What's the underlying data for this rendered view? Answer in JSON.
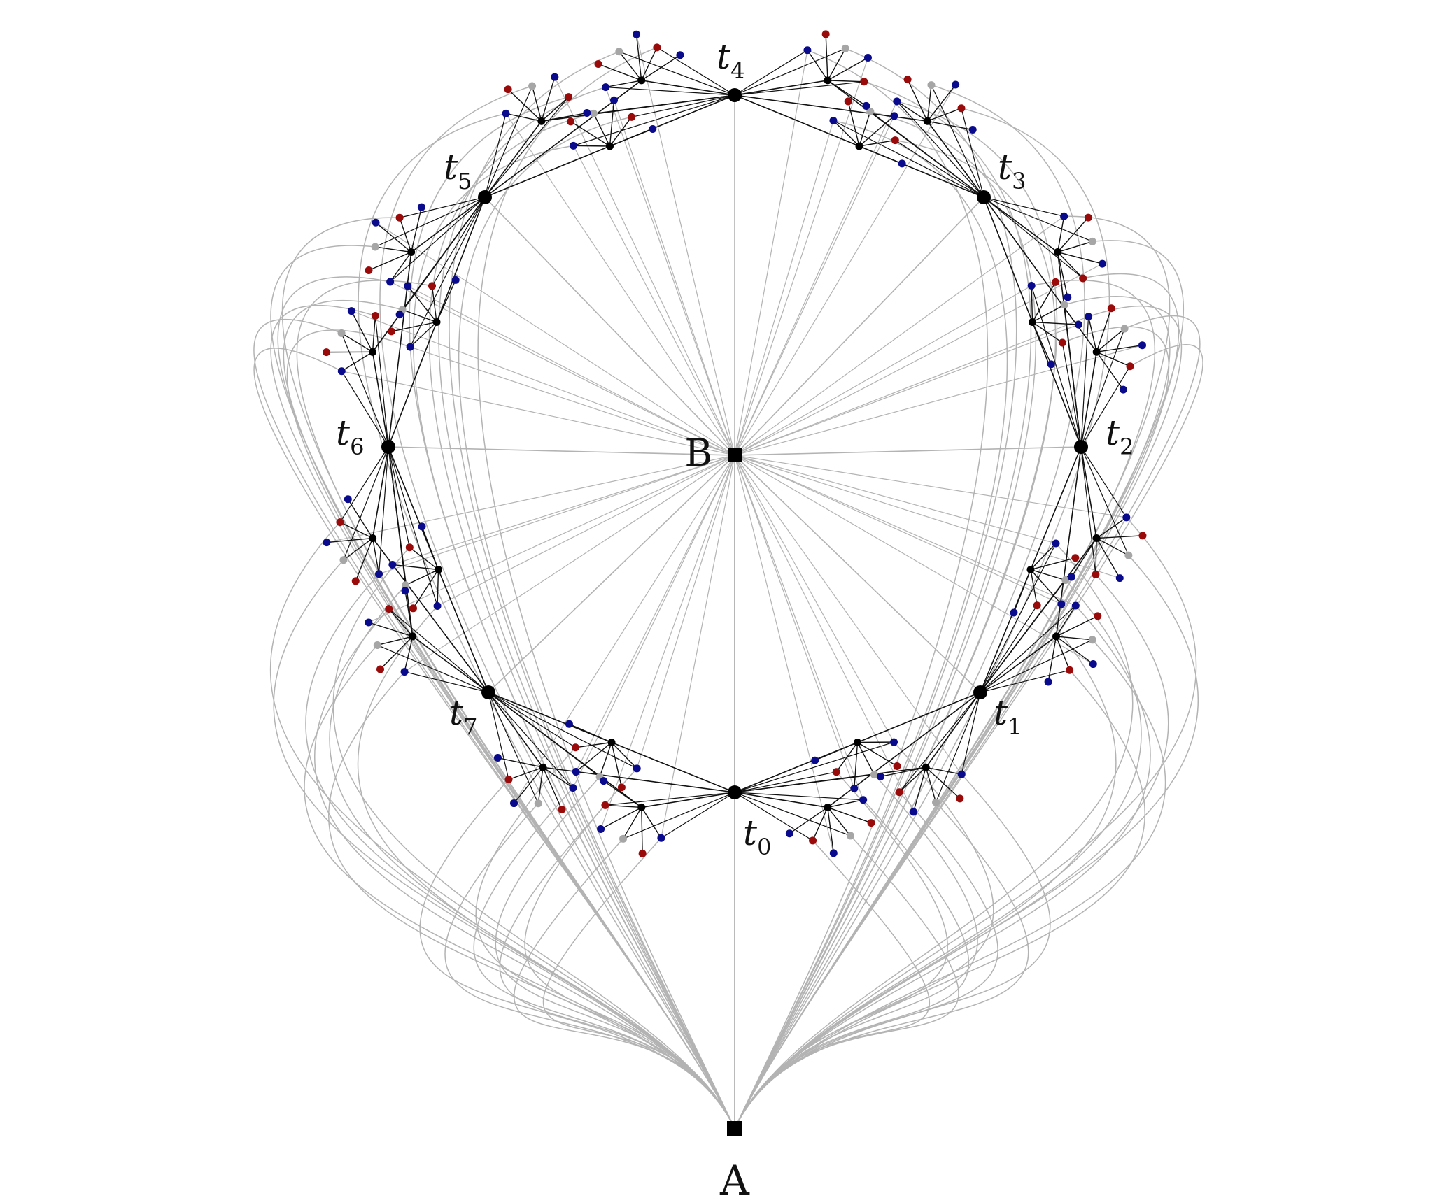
{
  "diagram": {
    "terminals": [
      {
        "id": "t0",
        "base": "t",
        "sub": "0"
      },
      {
        "id": "t1",
        "base": "t",
        "sub": "1"
      },
      {
        "id": "t2",
        "base": "t",
        "sub": "2"
      },
      {
        "id": "t3",
        "base": "t",
        "sub": "3"
      },
      {
        "id": "t4",
        "base": "t",
        "sub": "4"
      },
      {
        "id": "t5",
        "base": "t",
        "sub": "5"
      },
      {
        "id": "t6",
        "base": "t",
        "sub": "6"
      },
      {
        "id": "t7",
        "base": "t",
        "sub": "7"
      }
    ],
    "special_nodes": [
      {
        "id": "A",
        "label": "A"
      },
      {
        "id": "B",
        "label": "B"
      }
    ],
    "colors": {
      "background": "#ffffff",
      "tree_edge": "#111111",
      "connector_edge": "#b3b3b3",
      "terminal_node": "#000000",
      "hub_node": "#000000",
      "gray_node": "#a6a6a6",
      "blue_node": "#0a0a8c",
      "red_node": "#990a0a",
      "label": "#111111"
    }
  }
}
